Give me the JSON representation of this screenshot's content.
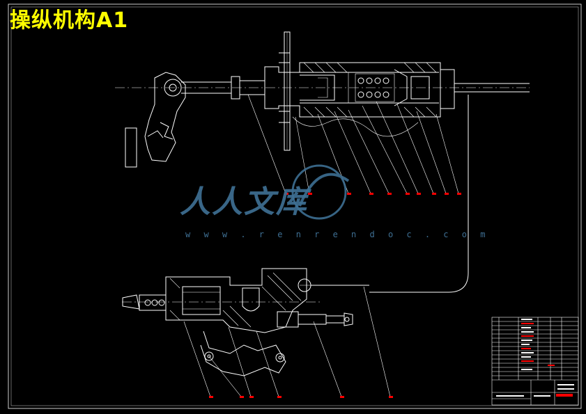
{
  "drawing": {
    "title": "操纵机构A1",
    "colors": {
      "background": "#000000",
      "line": "#ffffff",
      "title": "#ffff00",
      "callout_marker": "#ff0000",
      "watermark": "#3e6f93"
    }
  },
  "watermark": {
    "brand": "人人文库",
    "url": "w w w . r e n r e n d o c . c o m",
    "logo": "renrendoc-logo-icon"
  }
}
